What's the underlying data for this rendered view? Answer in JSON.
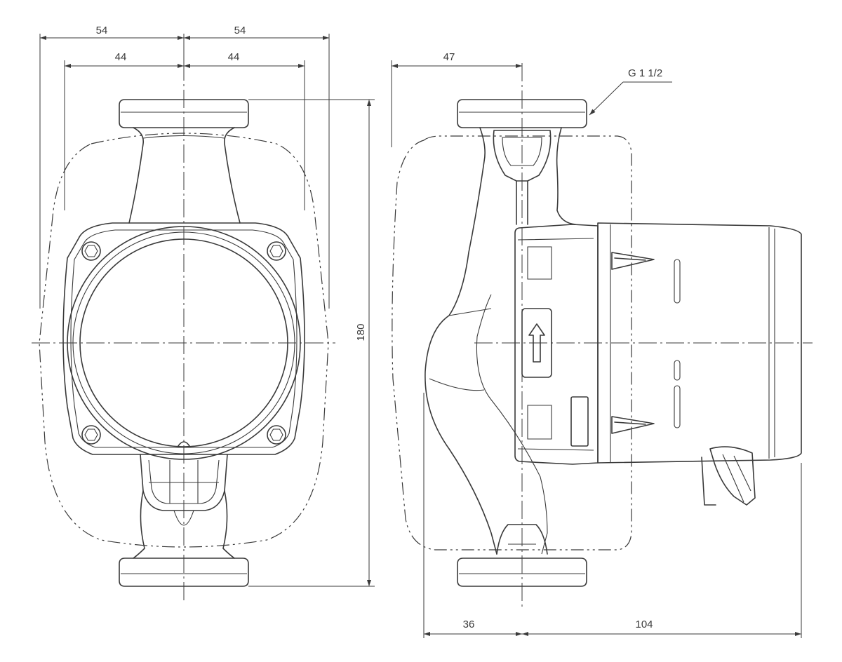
{
  "dimensions": {
    "front_half_outer_left": "54",
    "front_half_outer_right": "54",
    "front_half_inner_left": "44",
    "front_half_inner_right": "44",
    "overall_height": "180",
    "side_top_offset": "47",
    "side_bottom_left": "36",
    "side_bottom_right": "104"
  },
  "thread_label": "G 1 1/2"
}
